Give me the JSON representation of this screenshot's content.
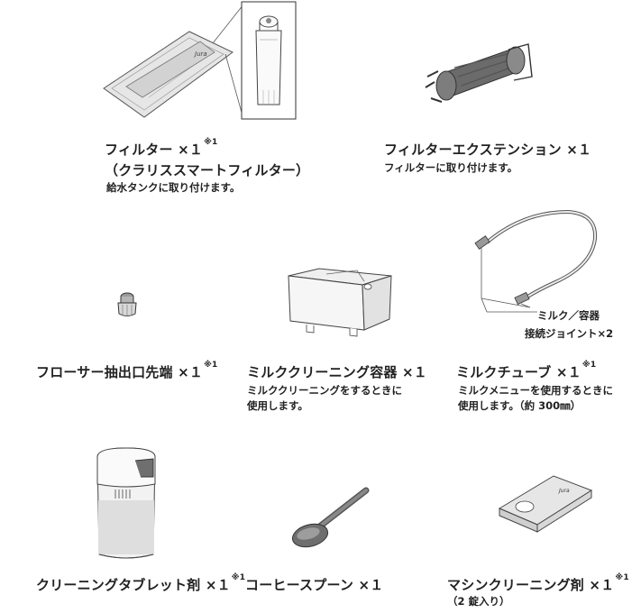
{
  "items": [
    {
      "title": "フィルター ×１",
      "note": "※1",
      "title2": "（クラリススマートフィルター）",
      "desc1": "給水タンクに取り付けます。"
    },
    {
      "title": "フィルターエクステンション ×１",
      "desc1": "フィルターに取り付けます。"
    },
    {
      "title": "フローサー抽出口先端 ×１",
      "note": "※1"
    },
    {
      "title": "ミルククリーニング容器 ×１",
      "desc1": "ミルククリーニングをするときに",
      "desc2": "使用します。"
    },
    {
      "title": "ミルクチューブ ×１",
      "note": "※1",
      "desc1": "ミルクメニューを使用するときに",
      "desc2": "使用します。（約 300㎜）",
      "callout1": "ミルク／容器",
      "callout2": "接続ジョイント×2"
    },
    {
      "title": "クリーニングタブレット剤 ×１",
      "note": "※1"
    },
    {
      "title": "コーヒースプーン ×１"
    },
    {
      "title": "マシンクリーニング剤 ×１",
      "note": "※1",
      "desc1": "（2 錠入り）"
    }
  ]
}
